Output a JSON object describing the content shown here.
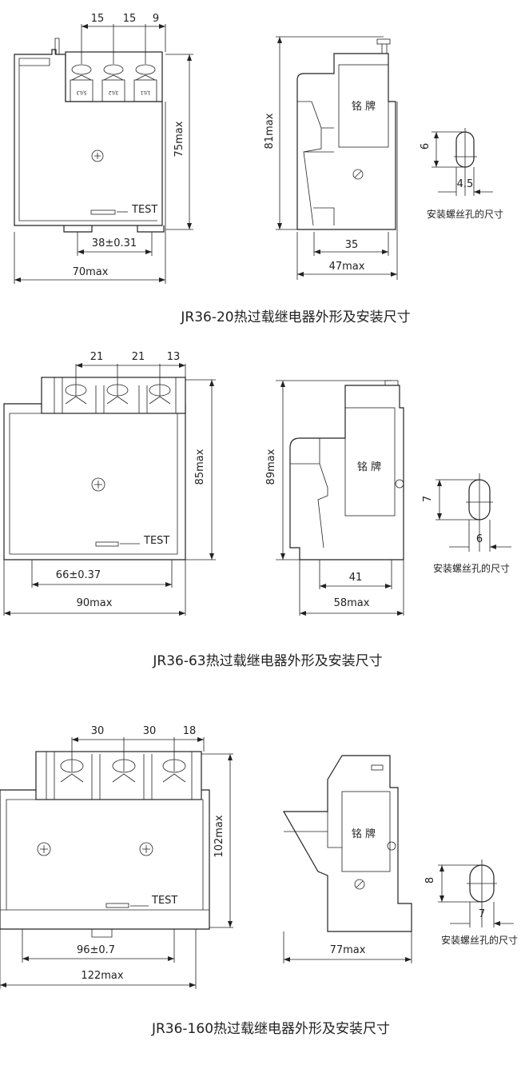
{
  "sections": [
    {
      "title": "JR36-20热过载继电器外形及安装尺寸",
      "front": {
        "pitch_1": "15",
        "pitch_2": "15",
        "edge": "9",
        "height": "75max",
        "test": "TEST",
        "mount": "38±0.31",
        "width": "70max",
        "terminals": [
          "5/L3",
          "3/L2",
          "1/L1"
        ]
      },
      "side": {
        "nameplate": "铭 牌",
        "height": "81max",
        "mount": "35",
        "depth": "47max"
      },
      "hole": {
        "height": "6",
        "width": "4.5",
        "label": "安装螺丝孔的尺寸"
      }
    },
    {
      "title": "JR36-63热过载继电器外形及安装尺寸",
      "front": {
        "pitch_1": "21",
        "pitch_2": "21",
        "edge": "13",
        "height": "85max",
        "test": "TEST",
        "mount": "66±0.37",
        "width": "90max"
      },
      "side": {
        "nameplate": "铭 牌",
        "height": "89max",
        "mount": "41",
        "depth": "58max"
      },
      "hole": {
        "height": "7",
        "width": "6",
        "label": "安装螺丝孔的尺寸"
      }
    },
    {
      "title": "JR36-160热过载继电器外形及安装尺寸",
      "front": {
        "pitch_1": "30",
        "pitch_2": "30",
        "edge": "18",
        "height": "102max",
        "test": "TEST",
        "mount": "96±0.7",
        "width": "122max"
      },
      "side": {
        "nameplate": "铭 牌",
        "depth": "77max"
      },
      "hole": {
        "height": "8",
        "width": "7",
        "label": "安装螺丝孔的尺寸"
      }
    }
  ]
}
